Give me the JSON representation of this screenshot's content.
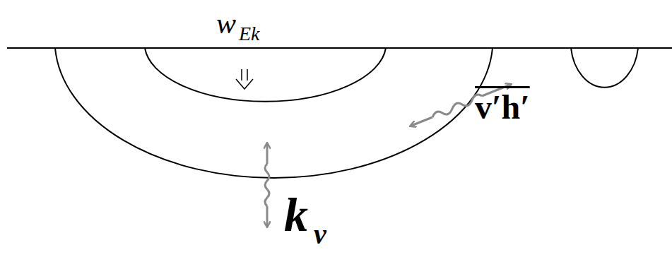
{
  "diagram": {
    "labels": [
      "w",
      "Ek",
      "v′h′",
      "k",
      "v"
    ]
  }
}
